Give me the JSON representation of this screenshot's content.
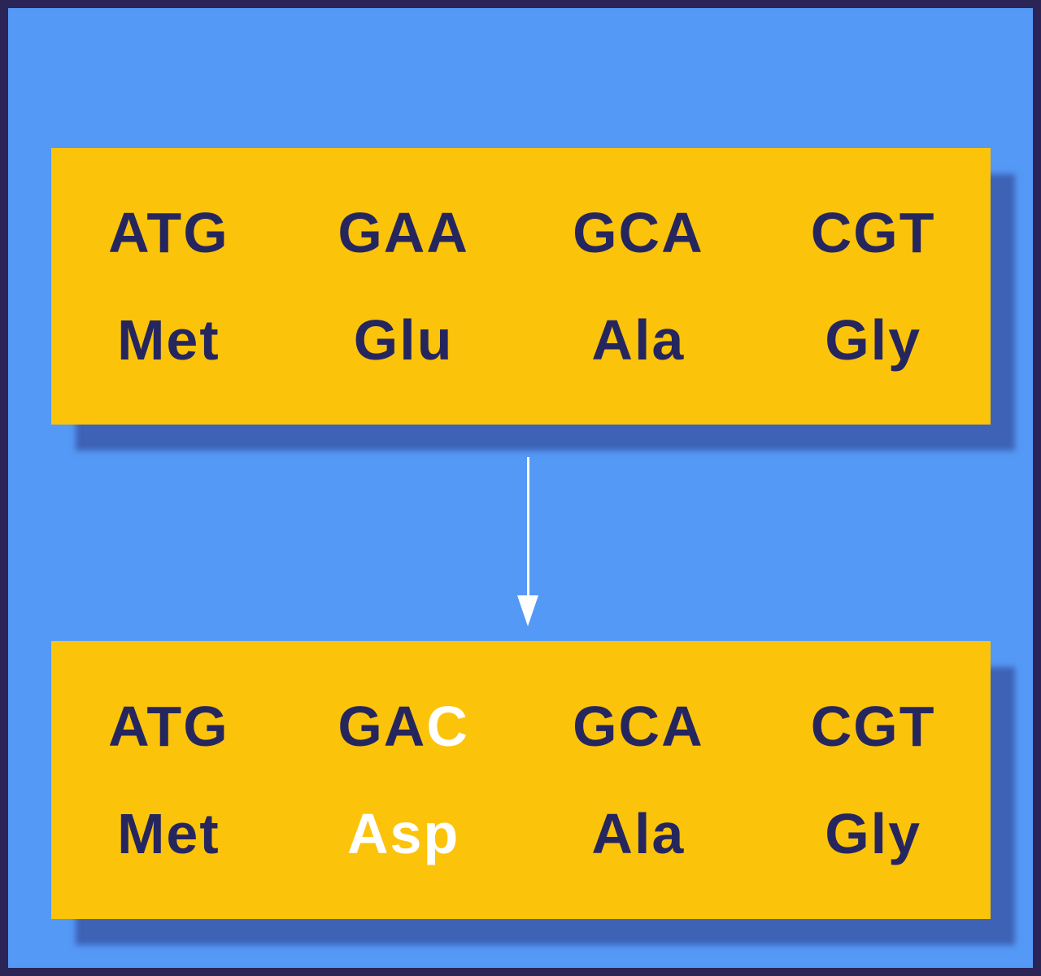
{
  "diagram_type": "point-mutation-codon-diagram",
  "colors": {
    "border": "#2b2457",
    "background": "#5599f6",
    "box": "#fcc30b",
    "text": "#26265e",
    "highlight": "#ffffff",
    "arrow": "#ffffff"
  },
  "icons": {
    "arrow": "down-arrow"
  },
  "original": {
    "codons": [
      "ATG",
      "GAA",
      "GCA",
      "CGT"
    ],
    "amino_acids": [
      "Met",
      "Glu",
      "Ala",
      "Gly"
    ]
  },
  "mutated": {
    "codons": [
      {
        "normal": "ATG",
        "highlight": ""
      },
      {
        "normal": "GA",
        "highlight": "C"
      },
      {
        "normal": "GCA",
        "highlight": ""
      },
      {
        "normal": "CGT",
        "highlight": ""
      }
    ],
    "amino_acids": [
      {
        "normal": "Met",
        "highlight": ""
      },
      {
        "normal": "",
        "highlight": "Asp"
      },
      {
        "normal": "Ala",
        "highlight": ""
      },
      {
        "normal": "Gly",
        "highlight": ""
      }
    ]
  }
}
